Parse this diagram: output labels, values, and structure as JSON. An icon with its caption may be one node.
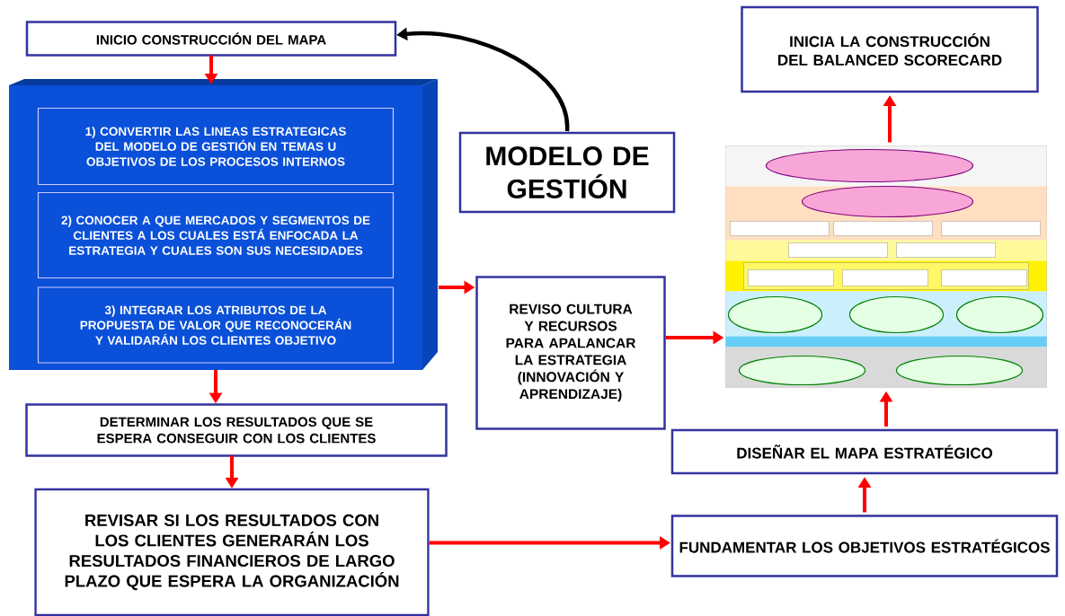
{
  "diagram": {
    "nodes": [
      {
        "text": [
          "INICIO CONSTRUCCIÓN DEL MAPA"
        ]
      },
      {
        "text": [],
        "shape": "box"
      },
      {
        "text": [
          "1) CONVERTIR LAS LINEAS ESTRATEGICAS DEL MODELO DE GESTIÓN EN TEMAS U OBJETIVOS DE LOS PROCESOS INTERNOS"
        ],
        "in": 1
      },
      {
        "text": [
          "2) CONOCER A QUE MERCADOS Y SEGMENTOS DE CLIENTES A LOS CUALES ESTÁ ENFOCADA LA ESTRATEGIA Y CUALES SON SUS NECESIDADES"
        ],
        "in": 1
      },
      {
        "text": [
          "3) INTEGRAR LOS ATRIBUTOS DE LA PROPUESTA DE VALOR QUE RECONOCERÁN Y VALIDARÁN LOS CLIENTES OBJETIVO"
        ],
        "in": 1
      },
      {
        "text": [
          "MODELO DE GESTIÓN"
        ]
      },
      {
        "text": [
          "REVISO CULTURA Y RECURSOS PARA APALANCAR LA ESTRATEGIA (INNOVACIÓN Y APRENDIZAJE)"
        ]
      },
      {
        "text": [
          "DETERMINAR LOS RESULTADOS QUE SE ESPERA CONSEGUIR CON LOS CLIENTES"
        ]
      },
      {
        "text": [
          "REVISAR SI LOS RESULTADOS CON LOS CLIENTES GENERARÁN LOS RESULTADOS FINANCIEROS DE LARGO PLAZO QUE ESPERA LA ORGANIZACIÓN"
        ]
      },
      {
        "text": [],
        "shape": "picture"
      },
      {
        "text": [
          "DISEÑAR EL MAPA ESTRATÉGICO"
        ]
      },
      {
        "text": [
          "FUNDAMENTAR LOS OBJETIVOS ESTRATÉGICOS"
        ]
      },
      {
        "text": [
          "INICIA LA CONSTRUCCIÓN DEL BALANCED SCORECARD"
        ]
      }
    ],
    "edges": [
      {
        "from": 0,
        "to": 1,
        "arrow": "to"
      },
      {
        "from": 5,
        "to": 0,
        "arrow": "to",
        "color": "#000000"
      },
      {
        "from": 1,
        "to": 6,
        "arrow": "to"
      },
      {
        "from": 1,
        "to": 7,
        "arrow": "to"
      },
      {
        "from": 7,
        "to": 8,
        "arrow": "to"
      },
      {
        "from": 8,
        "to": 11,
        "arrow": "to"
      },
      {
        "from": 6,
        "to": 9,
        "arrow": "to"
      },
      {
        "from": 11,
        "to": 10,
        "arrow": "to"
      },
      {
        "from": 10,
        "to": 9,
        "arrow": "to"
      },
      {
        "from": 9,
        "to": 12,
        "arrow": "to"
      }
    ]
  }
}
